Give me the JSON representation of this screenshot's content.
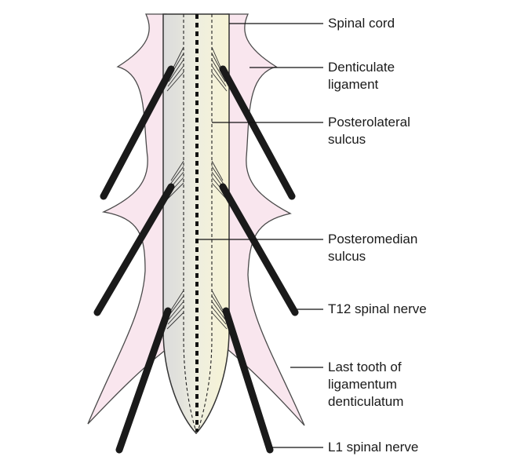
{
  "labels": {
    "spinal_cord": "Spinal cord",
    "denticulate_ligament": [
      "Denticulate",
      "ligament"
    ],
    "posterolateral_sulcus": [
      "Posterolateral",
      "sulcus"
    ],
    "posteromedian_sulcus": [
      "Posteromedian",
      "sulcus"
    ],
    "t12_spinal_nerve": "T12 spinal nerve",
    "last_tooth": [
      "Last tooth of",
      "ligamentum",
      "denticulatum"
    ],
    "l1_spinal_nerve": "L1 spinal nerve"
  },
  "colors": {
    "ligament_fill": "#f9e6ee",
    "ligament_stroke": "#4a4a4a",
    "cord_left_fill": "#dcdcdc",
    "cord_center_fill": "#ededdf",
    "cord_right_fill": "#f5f2d8",
    "cord_outline": "#333333",
    "nerve": "#1a1a1a",
    "leader_line": "#111111"
  }
}
